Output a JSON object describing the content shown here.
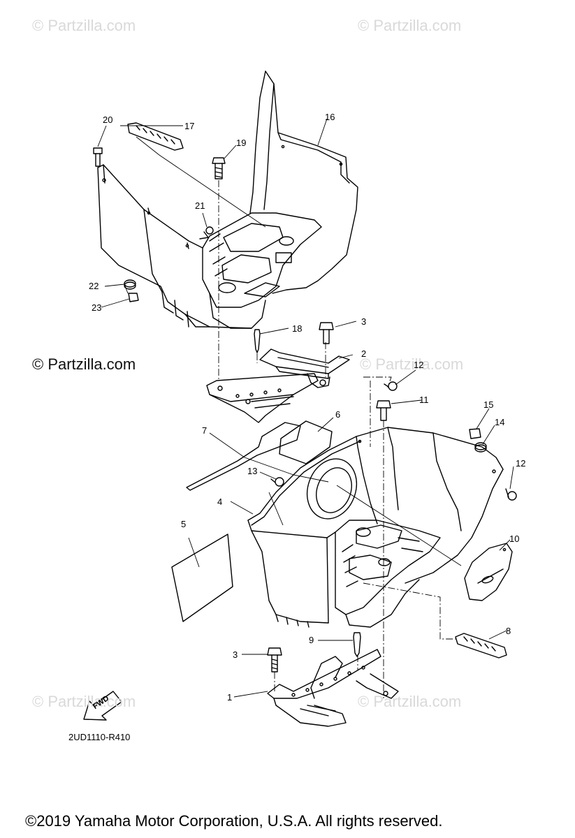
{
  "watermarks": [
    "© Partzilla.com",
    "© Partzilla.com",
    "© Partzilla.com",
    "© Partzilla.com",
    "© Partzilla.com",
    "© Partzilla.com"
  ],
  "main_watermark": "© Partzilla.com",
  "callouts": [
    "1",
    "2",
    "3",
    "3",
    "4",
    "5",
    "6",
    "7",
    "8",
    "9",
    "10",
    "11",
    "12",
    "12",
    "13",
    "14",
    "15",
    "16",
    "17",
    "18",
    "19",
    "20",
    "21",
    "22",
    "23"
  ],
  "fwd_label": "FWD",
  "diagram_code": "2UD1110-R410",
  "copyright": "©2019 Yamaha Motor Corporation, U.S.A. All rights reserved."
}
